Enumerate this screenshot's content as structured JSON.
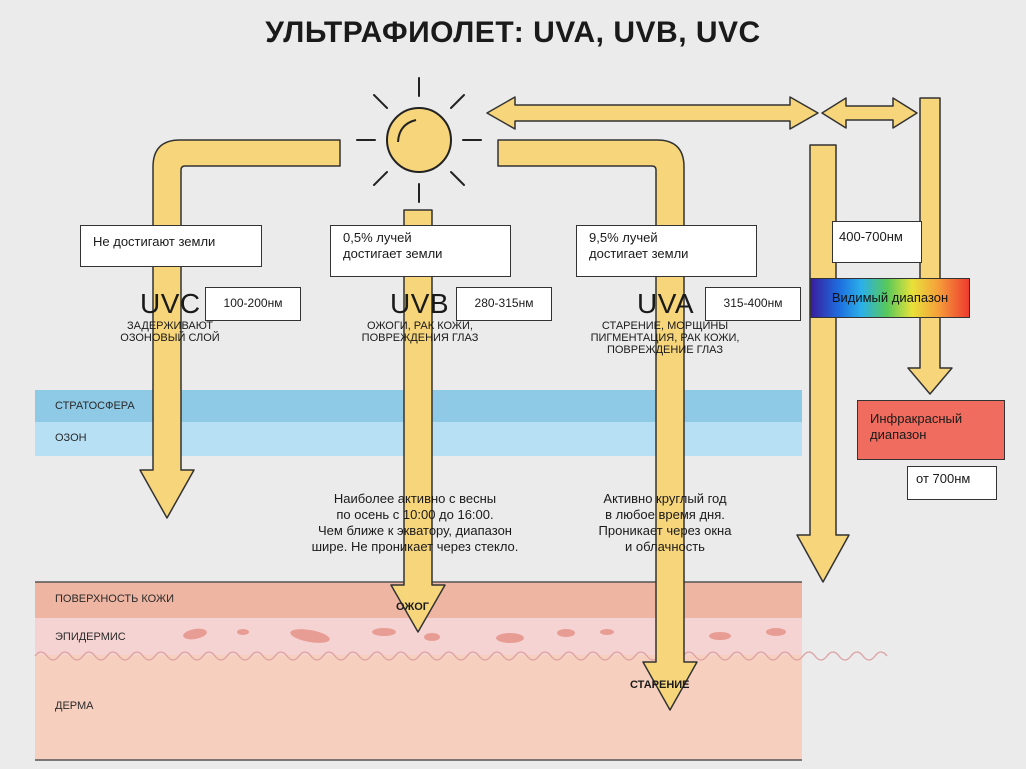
{
  "title": "УЛЬТРАФИОЛЕТ: UVA, UVB, UVC",
  "layers": {
    "stratosphere": "СТРАТОСФЕРА",
    "ozone": "ОЗОН",
    "skin_surface": "ПОВЕРХНОСТЬ КОЖИ",
    "epidermis": "ЭПИДЕРМИС",
    "dermis": "ДЕРМА"
  },
  "uvc": {
    "reach": "Не достигают земли",
    "name": "UVC",
    "range": "100-200нм",
    "effect_line1": "ЗАДЕРЖИВАЮТ",
    "effect_line2": "ОЗОНОВЫЙ СЛОЙ"
  },
  "uvb": {
    "reach_line1": "0,5% лучей",
    "reach_line2": "достигает земли",
    "name": "UVB",
    "range": "280-315нм",
    "effect_line1": "ОЖОГИ, РАК КОЖИ,",
    "effect_line2": "ПОВРЕЖДЕНИЯ ГЛАЗ",
    "note_line1": "Наиболее активно с весны",
    "note_line2": "по осень с 10:00 до 16:00.",
    "note_line3": "Чем ближе к экватору, диапазон",
    "note_line4": "шире. Не проникает через стекло.",
    "skin_tag": "ОЖОГ"
  },
  "uva": {
    "reach_line1": "9,5% лучей",
    "reach_line2": "достигает земли",
    "name": "UVA",
    "range": "315-400нм",
    "effect_line1": "СТАРЕНИЕ, МОРЩИНЫ",
    "effect_line2": "ПИГМЕНТАЦИЯ, РАК КОЖИ,",
    "effect_line3": "ПОВРЕЖДЕНИЕ ГЛАЗ",
    "note_line1": "Активно круглый год",
    "note_line2": "в любое время дня.",
    "note_line3": "Проникает через окна",
    "note_line4": "и облачность",
    "skin_tag": "СТАРЕНИЕ"
  },
  "visible": {
    "range": "400-700нм",
    "label": "Видимый диапазон"
  },
  "infrared": {
    "label_line1": "Инфракрасный",
    "label_line2": "диапазон",
    "range": "от 700нм"
  },
  "colors": {
    "arrow_fill": "#f7d57a",
    "sun_fill": "#f7d57a",
    "stratosphere": "#8ec9e6",
    "ozone": "#b7e0f5",
    "skin_surface": "#eeb5a2",
    "epidermis": "#f6d3d3",
    "dermis": "#f7cfbf",
    "cell": "#e79d94",
    "infrared": "#f06c5e"
  },
  "icons": {
    "sun": "sun-icon"
  }
}
